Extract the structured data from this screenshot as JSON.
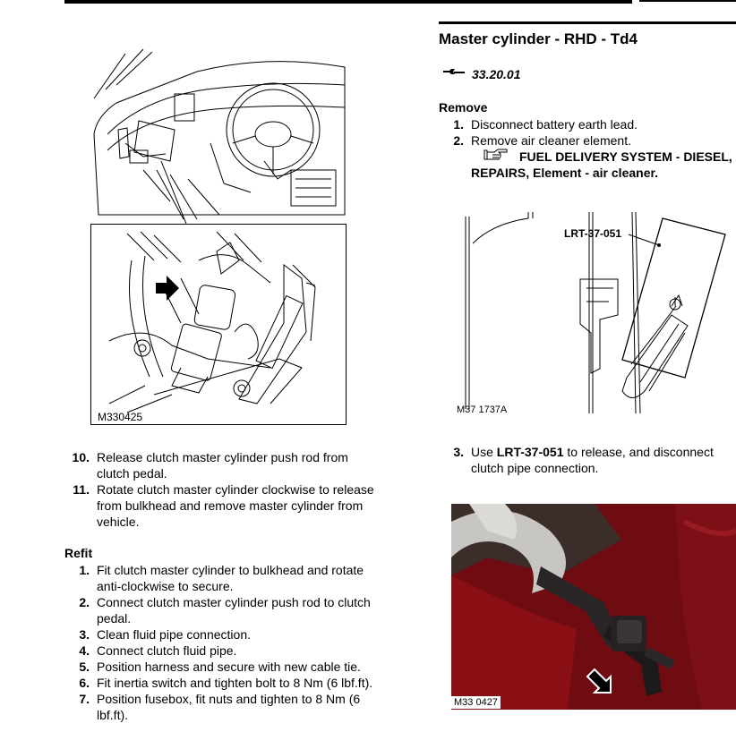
{
  "header": {
    "title": "Master cylinder - RHD - Td4",
    "operation_code": "33.20.01"
  },
  "icons": {
    "wrench": "wrench-icon",
    "reference": "pointing-hand-icon"
  },
  "remove": {
    "heading": "Remove",
    "steps": [
      {
        "num": "1.",
        "text": "Disconnect battery earth lead."
      },
      {
        "num": "2.",
        "text": "Remove air cleaner element."
      },
      {
        "num": "3.",
        "pre": "Use ",
        "bold": "LRT-37-051",
        "post": " to release, and disconnect clutch pipe connection."
      },
      {
        "num": "10.",
        "text": "Release clutch master cylinder push rod from clutch pedal."
      },
      {
        "num": "11.",
        "text": "Rotate clutch master cylinder clockwise to release from bulkhead and remove master cylinder from vehicle."
      }
    ],
    "reference": "FUEL DELIVERY SYSTEM - DIESEL, REPAIRS, Element - air cleaner."
  },
  "refit": {
    "heading": "Refit",
    "steps": [
      {
        "num": "1.",
        "text": "Fit clutch master cylinder to bulkhead and rotate anti-clockwise to secure."
      },
      {
        "num": "2.",
        "text": "Connect clutch master cylinder push rod to clutch pedal."
      },
      {
        "num": "3.",
        "text": "Clean fluid pipe connection."
      },
      {
        "num": "4.",
        "text": "Connect clutch fluid pipe."
      },
      {
        "num": "5.",
        "text": "Position harness and secure with new cable tie."
      },
      {
        "num": "6.",
        "text": "Fit inertia switch and tighten bolt to 8 Nm (6 lbf.ft)."
      },
      {
        "num": "7.",
        "text": "Position fusebox, fit nuts and tighten to 8 Nm (6 lbf.ft)."
      }
    ]
  },
  "figures": {
    "fig1_caption": "M330425",
    "fig2_caption": "M37 1737A",
    "fig2_tool_label": "LRT-37-051",
    "fig3_caption": "M33 0427"
  }
}
